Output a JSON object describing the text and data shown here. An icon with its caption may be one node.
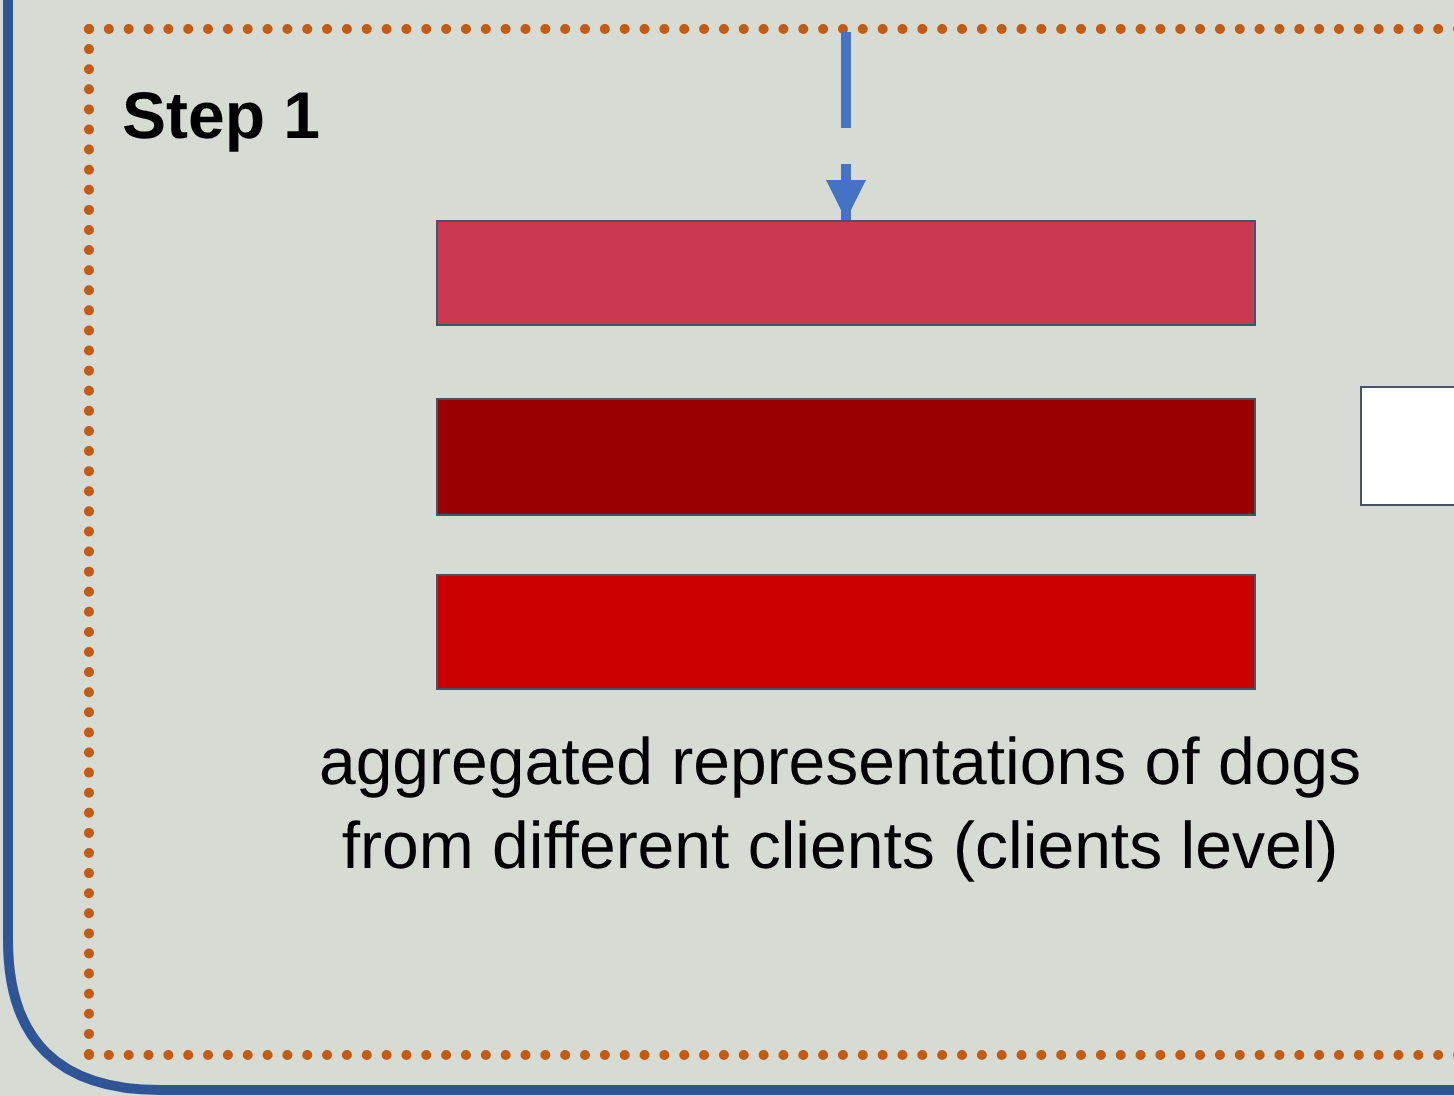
{
  "diagram": {
    "nodes": [
      {
        "text": [
          "Step 1"
        ]
      },
      {
        "text": [],
        "shape": "bar",
        "in": 0
      },
      {
        "text": [],
        "shape": "bar",
        "in": 0
      },
      {
        "text": [],
        "shape": "bar",
        "in": 0
      },
      {
        "text": [],
        "shape": "box",
        "in": 0
      }
    ],
    "edges": [
      {
        "from": null,
        "to": 1,
        "arrow": "to",
        "style": "dashed",
        "color": "#4472c4"
      }
    ],
    "labels": [
      "aggregated representations of dogs from different clients (clients level)"
    ]
  }
}
